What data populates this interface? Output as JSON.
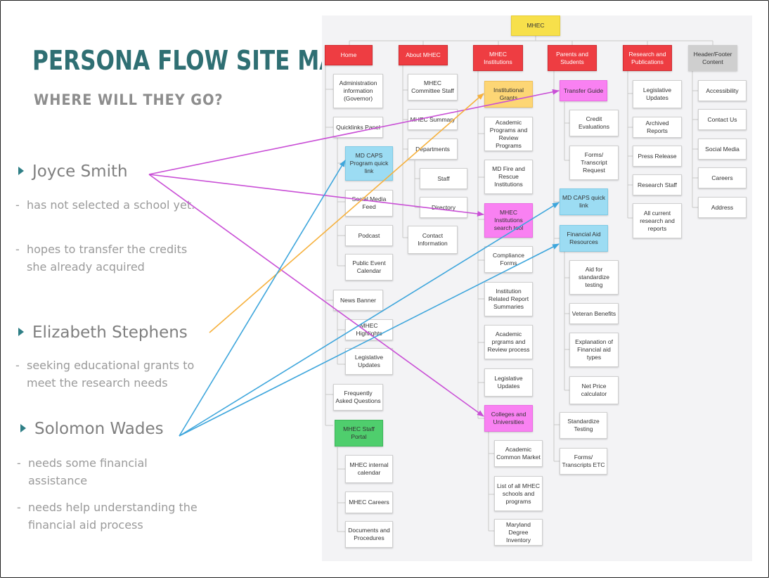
{
  "title": "PERSONA FLOW SITE MAP",
  "subtitle": "WHERE WILL THEY GO?",
  "personas": [
    {
      "name": "Joyce Smith",
      "notes": [
        "has not selected a school yet.",
        "hopes to transfer the credits she already acquired"
      ]
    },
    {
      "name": "Elizabeth Stephens",
      "notes": [
        "seeking educational grants to meet the research needs"
      ]
    },
    {
      "name": "Solomon Wades",
      "notes": [
        "needs some financial assistance",
        "needs help understanding the financial aid process"
      ]
    }
  ],
  "colors": {
    "title": "#2f6f73",
    "joyce_arrow": "#c94fd6",
    "elizabeth_arrow": "#f6b13d",
    "solomon_arrow": "#3ea6dc"
  },
  "sitemap": {
    "root": "MHEC",
    "columns": [
      {
        "header": "Home",
        "items": [
          "Administration information (Governor)",
          "Quicklinks Panel",
          "MD CAPS Program quick link",
          "Social Media Feed",
          "Podcast",
          "Public Event Calendar",
          "News Banner",
          "MHEC Highlights",
          "Legislative Updates",
          "Frequently Asked Questions",
          "MHEC Staff Portal",
          "MHEC internal calendar",
          "MHEC Careers",
          "Documents and Procedures"
        ]
      },
      {
        "header": "About MHEC",
        "items": [
          "MHEC Committee Staff",
          "MHEC Summary",
          "Departments",
          "Staff",
          "Directory",
          "Contact Information"
        ]
      },
      {
        "header": "MHEC Institutions",
        "items": [
          "Institutional Grants",
          "Academic Programs and Review Programs",
          "MD Fire and Rescue Institutions",
          "MHEC Institutions search tool",
          "Compliance Forms",
          "Institution Related Report Summaries",
          "Academic prgrams and Review process",
          "Legislative Updates",
          "Colleges and Universities",
          "Academic Common Market",
          "List of all MHEC schools and programs",
          "Maryland Degree Inventory"
        ]
      },
      {
        "header": "Parents and Students",
        "items": [
          "Transfer Guide",
          "Credit Evaluations",
          "Forms/ Transcript Request",
          "MD  CAPS quick link",
          "Financial Aid Resources",
          "Aid for standardize testing",
          "Veteran Benefits",
          "Explanation  of Financial aid types",
          "Net Price calculator",
          "Standardize Testing",
          "Forms/ Transcripts ETC"
        ]
      },
      {
        "header": "Research and Publications",
        "items": [
          "Legislative Updates",
          "Archived Reports",
          "Press Release",
          "Research Staff",
          "All current research and reports"
        ]
      },
      {
        "header": "Header/Footer Content",
        "items": [
          "Accessibility",
          "Contact Us",
          "Social Media",
          "Careers",
          "Address"
        ]
      }
    ]
  }
}
